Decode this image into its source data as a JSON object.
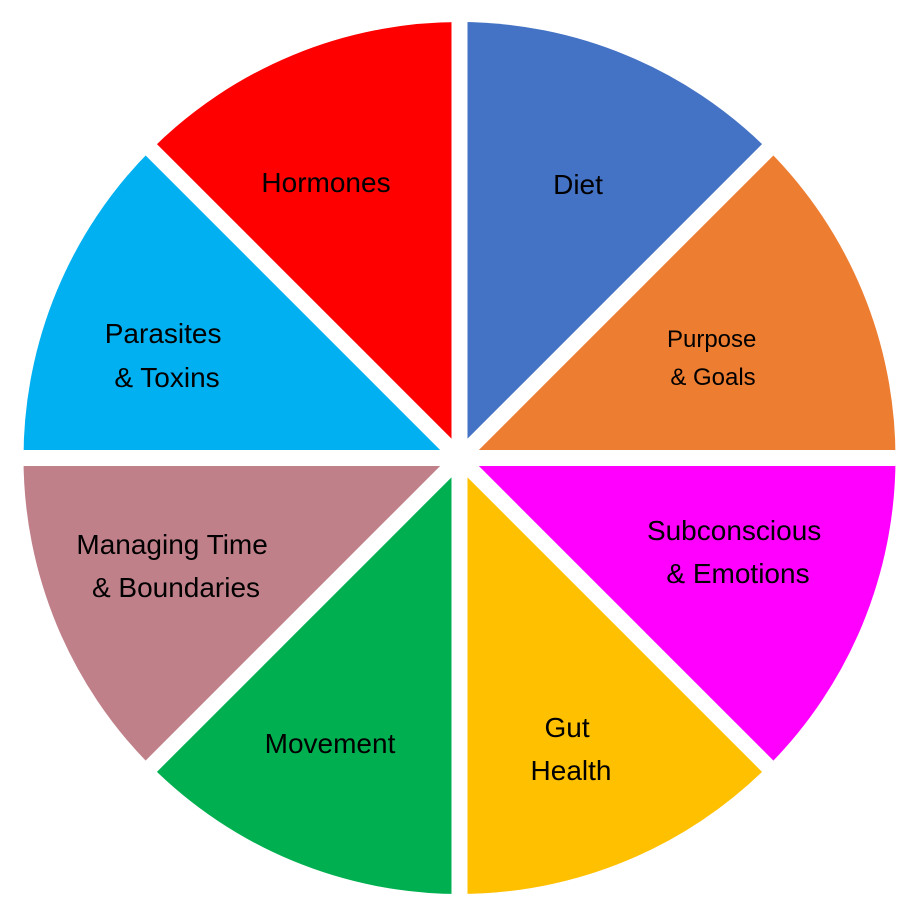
{
  "segments": [
    {
      "id": "diet",
      "lines": [
        "Diet"
      ],
      "color": "#4472C4"
    },
    {
      "id": "purpose-goals",
      "lines": [
        "Purpose",
        "& Goals"
      ],
      "color": "#ED7D31"
    },
    {
      "id": "subconscious-emotions",
      "lines": [
        "Subconscious",
        "& Emotions"
      ],
      "color": "#FF00FF"
    },
    {
      "id": "gut-health",
      "lines": [
        "Gut",
        "Health"
      ],
      "color": "#FFC000"
    },
    {
      "id": "movement",
      "lines": [
        "Movement"
      ],
      "color": "#00B050"
    },
    {
      "id": "managing-time-boundaries",
      "lines": [
        "Managing Time",
        "& Boundaries"
      ],
      "color": "#C0808A"
    },
    {
      "id": "parasites-toxins",
      "lines": [
        "Parasites",
        "& Toxins"
      ],
      "color": "#00B0F0"
    },
    {
      "id": "hormones",
      "lines": [
        "Hormones"
      ],
      "color": "#FF0000"
    }
  ]
}
